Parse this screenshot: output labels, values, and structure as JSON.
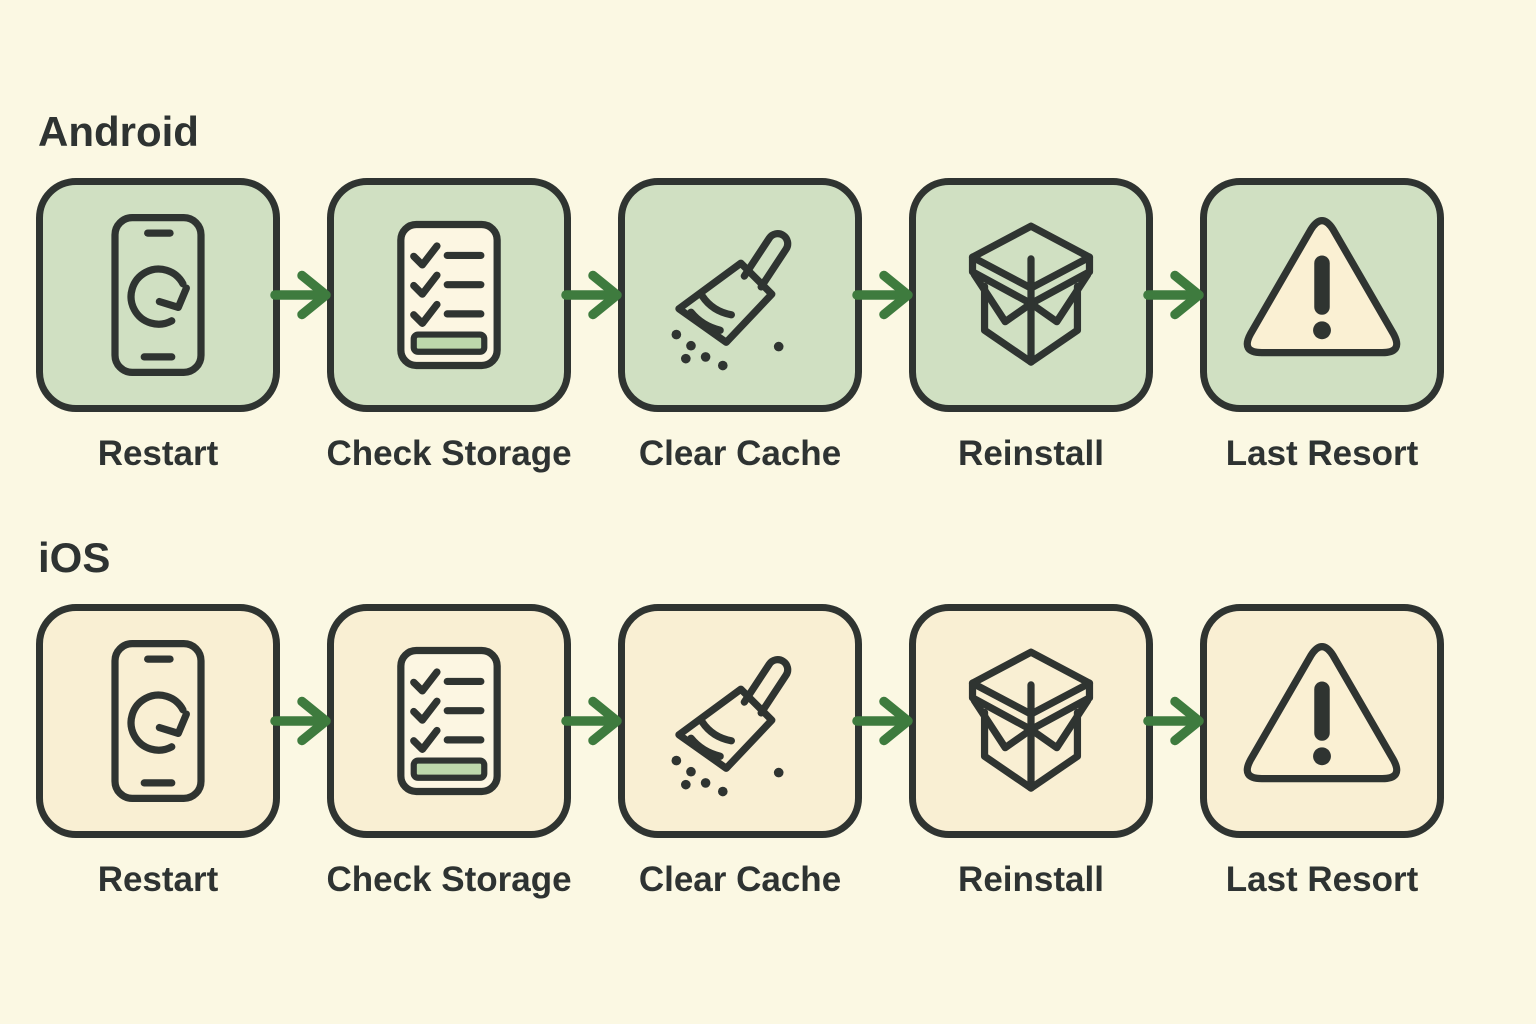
{
  "colors": {
    "background": "#fbf8e3",
    "line_dark": "#2f3431",
    "android_box_fill": "#d0e0c2",
    "ios_box_fill": "#f9efd3",
    "arrow_green": "#3e7b3e",
    "paper_fill": "#fcf6e2",
    "bar_green": "#bdd8ab",
    "triangle_fill": "#faf0d3",
    "text_dark": "#2e3332"
  },
  "sections": [
    {
      "title": "Android",
      "theme": "green",
      "steps": [
        {
          "label": "Restart",
          "icon": "phone-restart-icon"
        },
        {
          "label": "Check Storage",
          "icon": "checklist-icon"
        },
        {
          "label": "Clear Cache",
          "icon": "broom-icon"
        },
        {
          "label": "Reinstall",
          "icon": "package-box-icon"
        },
        {
          "label": "Last Resort",
          "icon": "warning-triangle-icon"
        }
      ]
    },
    {
      "title": "iOS",
      "theme": "cream",
      "steps": [
        {
          "label": "Restart",
          "icon": "phone-restart-icon"
        },
        {
          "label": "Check Storage",
          "icon": "checklist-icon"
        },
        {
          "label": "Clear Cache",
          "icon": "broom-icon"
        },
        {
          "label": "Reinstall",
          "icon": "package-box-icon"
        },
        {
          "label": "Last Resort",
          "icon": "warning-triangle-icon"
        }
      ]
    }
  ]
}
